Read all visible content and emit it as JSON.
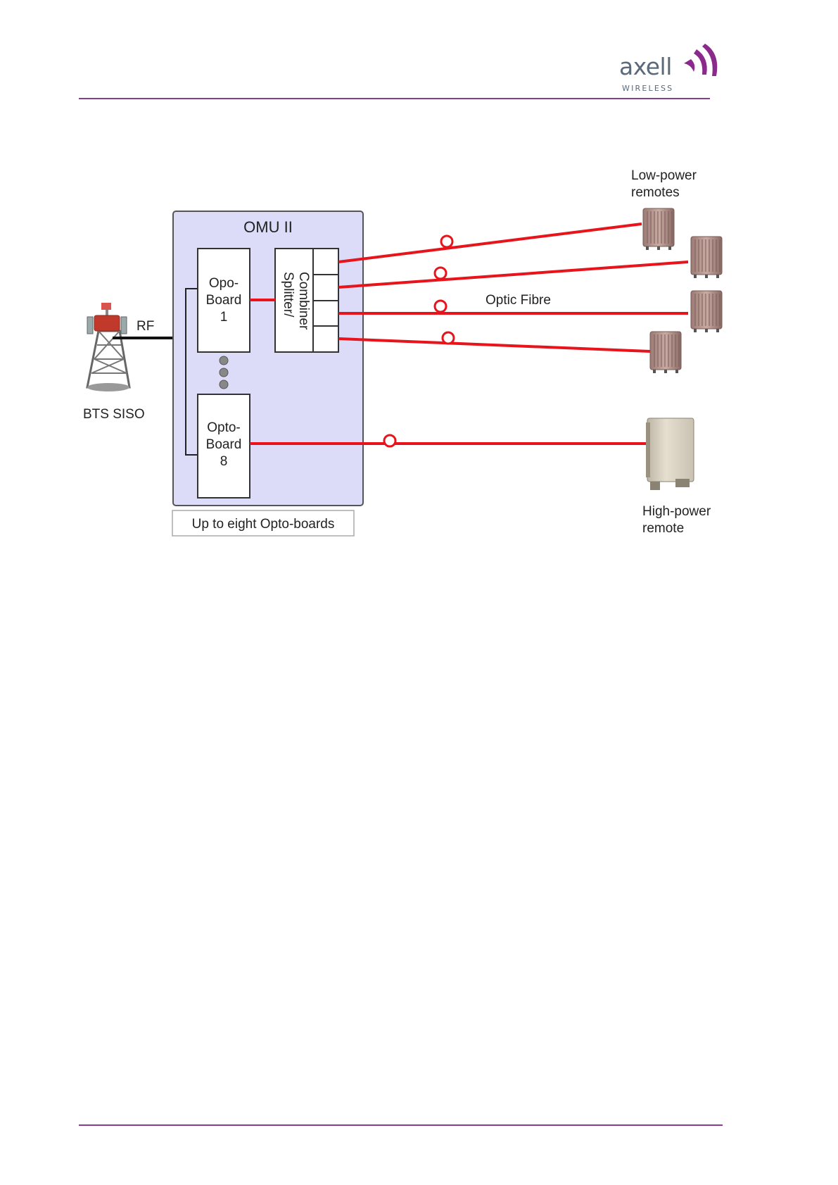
{
  "logo": {
    "brand": "axell",
    "sub": "WIRELESS",
    "colors": {
      "text": "#5a6a7a",
      "mark": "#8a2a8c"
    }
  },
  "diagram": {
    "omu_title": "OMU II",
    "opto_board_1": [
      "Opo-",
      "Board",
      "1"
    ],
    "opto_board_8": [
      "Opto-",
      "Board",
      "8"
    ],
    "splitter": [
      "Splitter/",
      "Combiner"
    ],
    "rf_label": "RF",
    "bts_label": "BTS SISO",
    "optic_fibre_label": "Optic Fibre",
    "low_power_label": [
      "Low-power",
      "remotes"
    ],
    "high_power_label": [
      "High-power",
      "remote"
    ],
    "caption": "Up to eight Opto-boards",
    "colors": {
      "omu_fill": "#dcdcf8",
      "fibre": "#e8141c",
      "rule": "#8a3c8e",
      "tower": "#c0392b"
    }
  }
}
